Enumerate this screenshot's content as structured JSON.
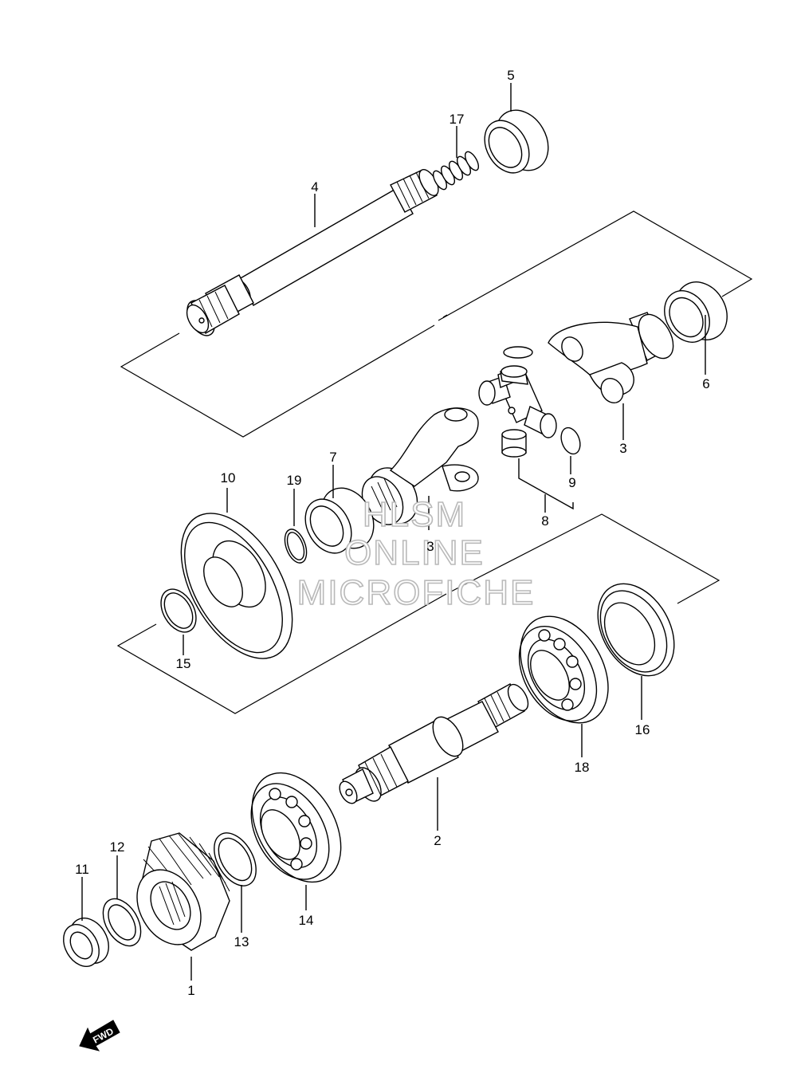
{
  "callouts": [
    {
      "id": "1",
      "text": "1"
    },
    {
      "id": "2",
      "text": "2"
    },
    {
      "id": "3a",
      "text": "3"
    },
    {
      "id": "3b",
      "text": "3"
    },
    {
      "id": "4",
      "text": "4"
    },
    {
      "id": "5",
      "text": "5"
    },
    {
      "id": "6",
      "text": "6"
    },
    {
      "id": "7",
      "text": "7"
    },
    {
      "id": "8",
      "text": "8"
    },
    {
      "id": "9",
      "text": "9"
    },
    {
      "id": "10",
      "text": "10"
    },
    {
      "id": "11",
      "text": "11"
    },
    {
      "id": "12",
      "text": "12"
    },
    {
      "id": "13",
      "text": "13"
    },
    {
      "id": "14",
      "text": "14"
    },
    {
      "id": "15",
      "text": "15"
    },
    {
      "id": "16",
      "text": "16"
    },
    {
      "id": "17",
      "text": "17"
    },
    {
      "id": "18",
      "text": "18"
    },
    {
      "id": "19",
      "text": "19"
    }
  ],
  "watermark": {
    "line1": "HLSM",
    "line2": "ONLINE",
    "line3": "MICROFICHE"
  },
  "direction_arrow": {
    "label": "FWD",
    "icon": "fwd-arrow-icon"
  }
}
